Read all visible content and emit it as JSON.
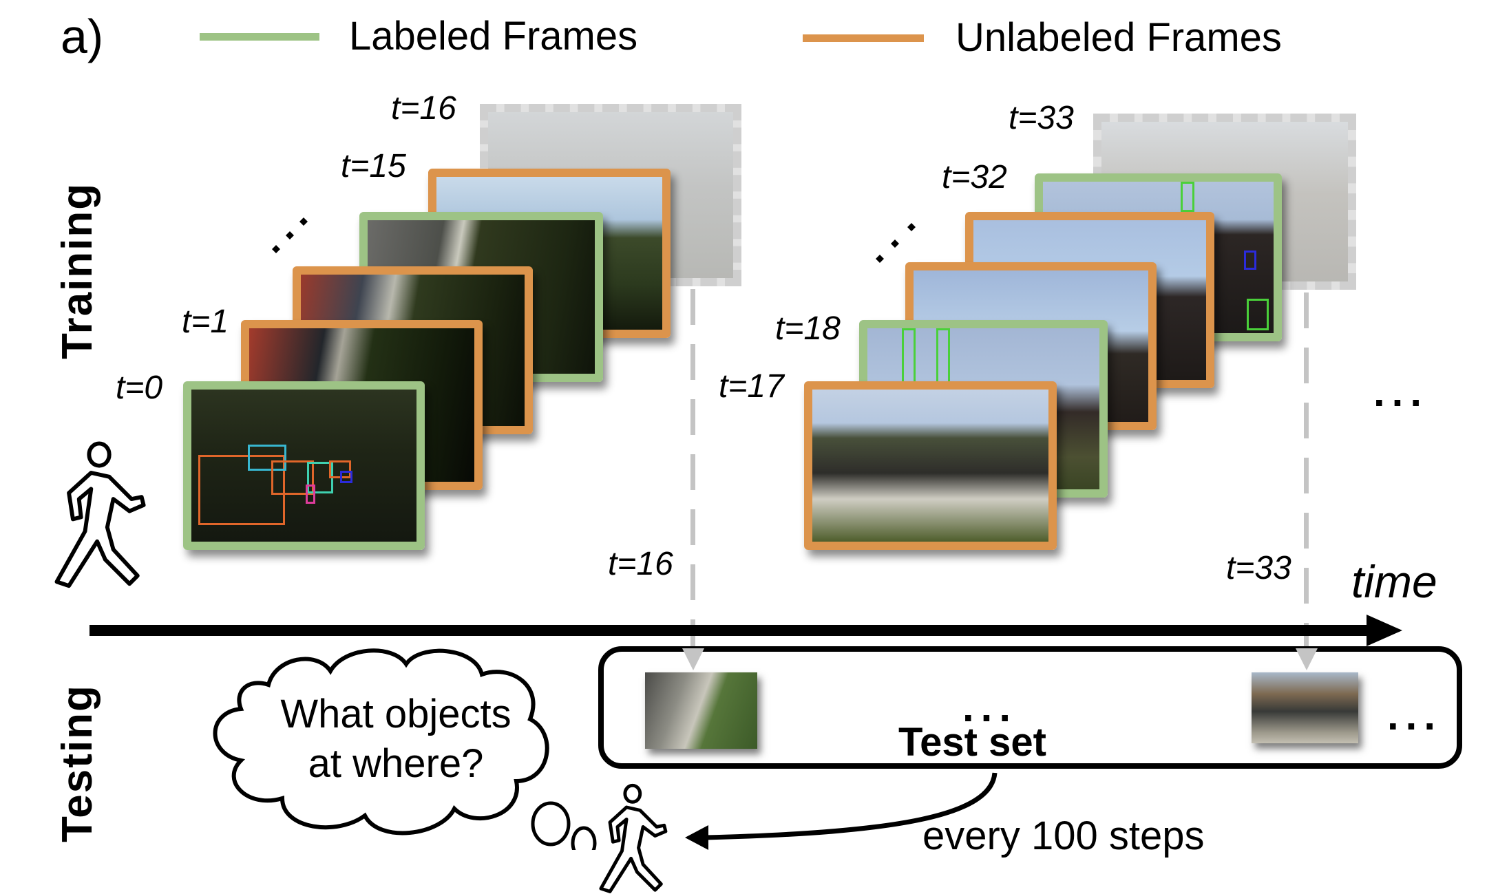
{
  "panel_label": "a)",
  "legend": {
    "labeled": {
      "label": "Labeled Frames",
      "color": "#9dc385"
    },
    "unlabeled": {
      "label": "Unlabeled Frames",
      "color": "#dc944c"
    }
  },
  "sections": {
    "training": "Training",
    "testing": "Testing"
  },
  "training": {
    "stack_1": {
      "labels": {
        "t0": "t=0",
        "t1": "t=1",
        "t15": "t=15",
        "t16": "t=16"
      },
      "frames": [
        {
          "time": "t=0",
          "type": "labeled"
        },
        {
          "time": "t=1",
          "type": "unlabeled"
        },
        {
          "time": "",
          "type": "unlabeled"
        },
        {
          "time": "",
          "type": "labeled"
        },
        {
          "time": "t=15",
          "type": "unlabeled"
        },
        {
          "time": "t=16",
          "type": "held-out"
        }
      ],
      "ellipsis": "⋰"
    },
    "stack_2": {
      "labels": {
        "t17": "t=17",
        "t18": "t=18",
        "t32": "t=32",
        "t33": "t=33"
      },
      "frames": [
        {
          "time": "t=17",
          "type": "unlabeled"
        },
        {
          "time": "t=18",
          "type": "labeled"
        },
        {
          "time": "",
          "type": "unlabeled"
        },
        {
          "time": "",
          "type": "unlabeled"
        },
        {
          "time": "t=32",
          "type": "labeled"
        },
        {
          "time": "t=33",
          "type": "held-out"
        }
      ],
      "ellipsis": "⋰"
    },
    "trailing_ellipsis": "...",
    "icon": "walking-person-icon"
  },
  "timeline": {
    "axis_label": "time",
    "marker_labels": [
      "t=16",
      "t=33"
    ]
  },
  "testing": {
    "test_set_label": "Test set",
    "middle_ellipsis": "...",
    "trailing_ellipsis": "...",
    "thought": {
      "line1": "What objects",
      "line2": "at where?"
    },
    "eval_interval": "every 100 steps",
    "icon": "walking-person-icon"
  }
}
